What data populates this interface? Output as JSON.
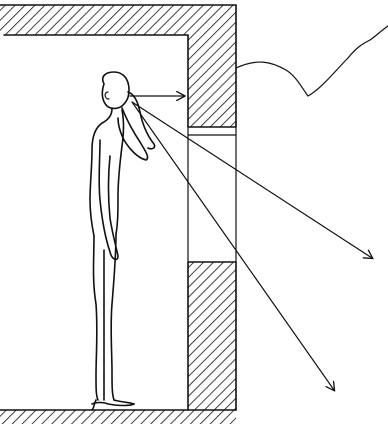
{
  "figure": {
    "title": "",
    "caption": ""
  },
  "elements": [
    "ceiling-hatch",
    "wall-upper-hatch",
    "wall-lower-hatch",
    "floor-hatch",
    "window-opening",
    "person-figure",
    "hill-outline",
    "sightline-straight",
    "sightline-through-window",
    "sightline-downward"
  ]
}
